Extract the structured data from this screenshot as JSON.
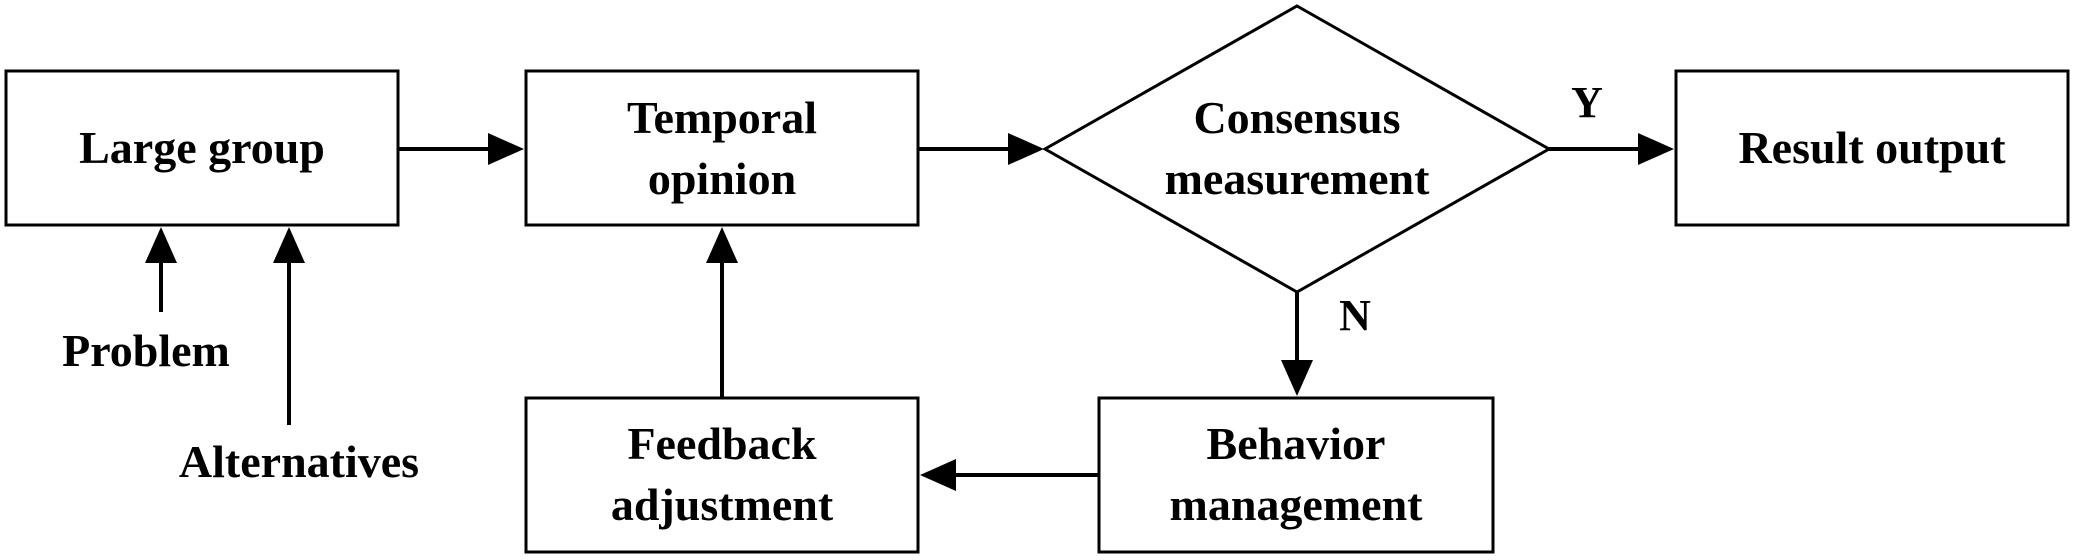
{
  "nodes": {
    "large_group": {
      "label": "Large group"
    },
    "temporal_opinion": {
      "line1": "Temporal",
      "line2": "opinion"
    },
    "consensus_measurement": {
      "line1": "Consensus",
      "line2": "measurement"
    },
    "result_output": {
      "label": "Result output"
    },
    "behavior_management": {
      "line1": "Behavior",
      "line2": "management"
    },
    "feedback_adjustment": {
      "line1": "Feedback",
      "line2": "adjustment"
    }
  },
  "inputs": {
    "problem": "Problem",
    "alternatives": "Alternatives"
  },
  "branches": {
    "yes": "Y",
    "no": "N"
  }
}
